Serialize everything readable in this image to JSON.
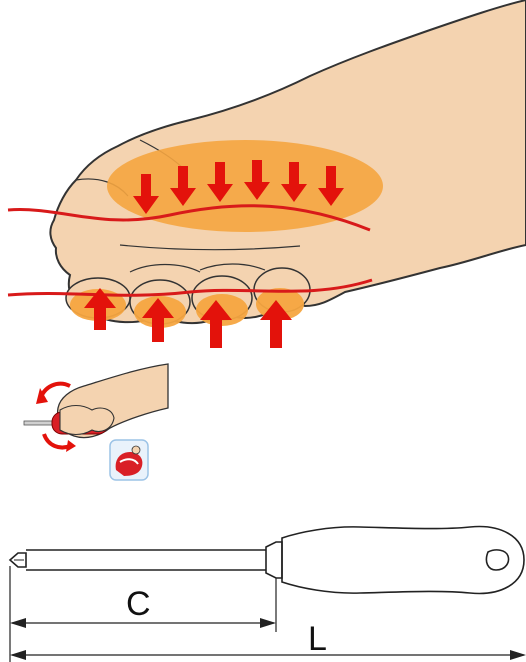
{
  "dimensions": {
    "c_label": "C",
    "l_label": "L"
  },
  "colors": {
    "skin": "#f4d3b0",
    "skin_outline": "#333333",
    "pressure_zone": "#f5a540",
    "arrow_red": "#e3120b",
    "force_line": "#d81a1a",
    "tool_outline": "#222222",
    "handle_red": "#d91f26"
  },
  "icons": {
    "main_illustration": "hand-grip-pressure",
    "small_illustration": "hand-turning-screwdriver",
    "badge": "ergonomic-grip-badge",
    "drawing": "screwdriver-outline"
  }
}
